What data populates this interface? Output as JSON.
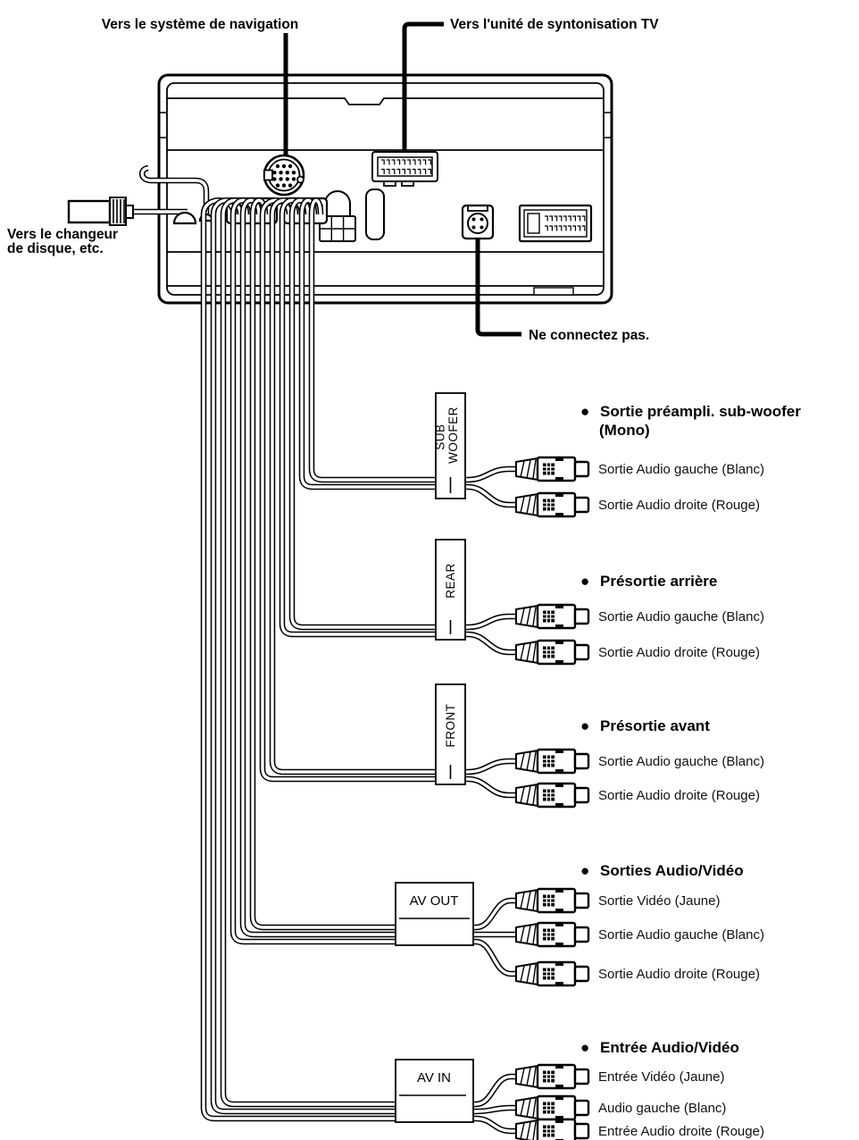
{
  "labels": {
    "navigation": "Vers le système de navigation",
    "tv_tuner": "Vers l'unité de syntonisation TV",
    "disc_changer_line1": "Vers le changeur",
    "disc_changer_line2": "de disque, etc.",
    "do_not_connect": "Ne connectez pas."
  },
  "ui": {
    "bullet": "●"
  },
  "groups": [
    {
      "id": "subwoofer",
      "tag_lines": [
        "SUB",
        "WOOFER"
      ],
      "heading": "Sortie préampli. sub-woofer",
      "heading_line2": "(Mono)",
      "rows": [
        "Sortie Audio gauche (Blanc)",
        "Sortie Audio droite (Rouge)"
      ]
    },
    {
      "id": "rear",
      "tag": "REAR",
      "heading": "Présortie arrière",
      "rows": [
        "Sortie Audio gauche (Blanc)",
        "Sortie Audio droite (Rouge)"
      ]
    },
    {
      "id": "front",
      "tag": "FRONT",
      "heading": "Présortie avant",
      "rows": [
        "Sortie Audio gauche (Blanc)",
        "Sortie Audio droite (Rouge)"
      ]
    },
    {
      "id": "av_out",
      "tag": "AV OUT",
      "heading": "Sorties Audio/Vidéo",
      "rows": [
        "Sortie Vidéo (Jaune)",
        "Sortie Audio gauche (Blanc)",
        "Sortie Audio droite (Rouge)"
      ]
    },
    {
      "id": "av_in",
      "tag": "AV IN",
      "heading": "Entrée Audio/Vidéo",
      "rows": [
        "Entrée Vidéo (Jaune)",
        "Audio gauche (Blanc)",
        "Entrée Audio droite (Rouge)"
      ]
    }
  ],
  "colors": {
    "ink": "#000000",
    "paper": "#ffffff"
  }
}
